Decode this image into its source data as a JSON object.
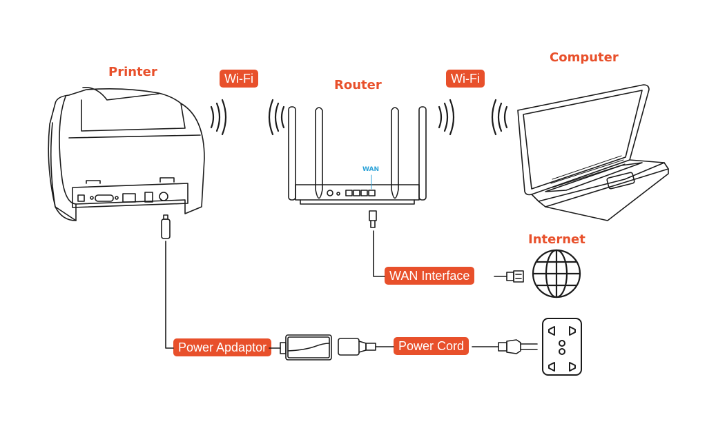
{
  "devices": {
    "printer": {
      "label": "Printer",
      "icon": "printer-icon"
    },
    "router": {
      "label": "Router",
      "icon": "router-icon",
      "port_label": "WAN"
    },
    "computer": {
      "label": "Computer",
      "icon": "laptop-icon"
    },
    "internet": {
      "label": "Internet",
      "icon": "globe-icon"
    },
    "outlet": {
      "icon": "power-outlet-icon"
    }
  },
  "connections": {
    "wifi_left": {
      "label": "Wi-Fi",
      "icon": "wifi-signal-icon"
    },
    "wifi_right": {
      "label": "Wi-Fi",
      "icon": "wifi-signal-icon"
    },
    "wan": {
      "label": "WAN Interface",
      "icon": "ethernet-plug-icon"
    },
    "power_adaptor": {
      "label": "Power Apdaptor",
      "icon": "power-brick-icon"
    },
    "power_cord": {
      "label": "Power Cord",
      "icon": "power-plug-icon"
    }
  },
  "colors": {
    "accent": "#e8502b",
    "wan": "#2da3d8",
    "line": "#1a1a1a"
  }
}
